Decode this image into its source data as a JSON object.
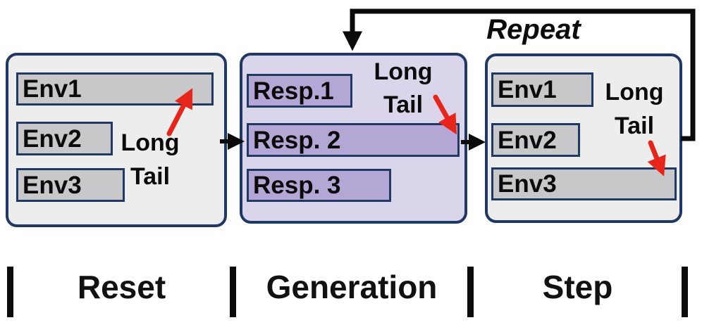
{
  "repeat_label": "Repeat",
  "panels": {
    "reset": {
      "bars": [
        {
          "label": "Env1"
        },
        {
          "label": "Env2"
        },
        {
          "label": "Env3"
        }
      ],
      "annotation": {
        "line1": "Long",
        "line2": "Tail"
      }
    },
    "generation": {
      "bars": [
        {
          "label": "Resp.1"
        },
        {
          "label": "Resp. 2"
        },
        {
          "label": "Resp. 3"
        }
      ],
      "annotation": {
        "line1": "Long",
        "line2": "Tail"
      }
    },
    "step": {
      "bars": [
        {
          "label": "Env1"
        },
        {
          "label": "Env2"
        },
        {
          "label": "Env3"
        }
      ],
      "annotation": {
        "line1": "Long",
        "line2": "Tail"
      }
    }
  },
  "stages": [
    {
      "label": "Reset"
    },
    {
      "label": "Generation"
    },
    {
      "label": "Step"
    }
  ],
  "colors": {
    "panel_border": "#1f3864",
    "gray_panel_bg": "#eeedee",
    "purple_panel_bg": "#dbd5eb",
    "gray_bar_fill": "#c8c8cb",
    "purple_bar_fill": "#b4a7d5",
    "long_tail_arrow_red": "#e8251a",
    "flow_arrow_black": "#0b0b0b"
  }
}
